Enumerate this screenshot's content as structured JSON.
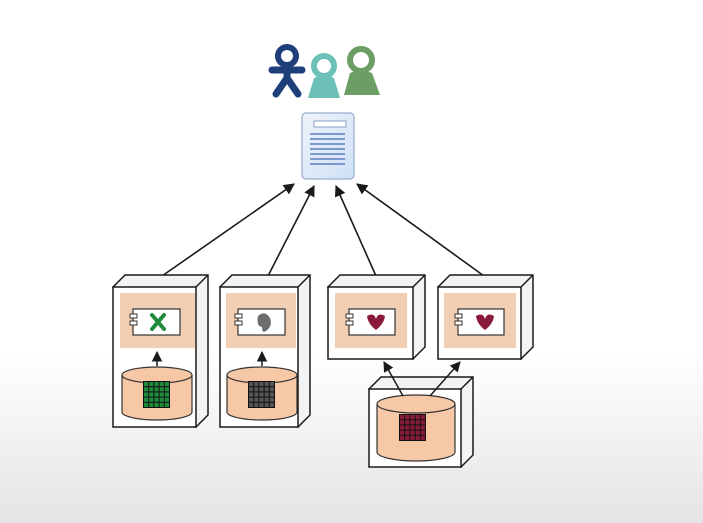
{
  "colors": {
    "bg_top": "#ffffff",
    "bg_bottom": "#e4e4e4",
    "box_stroke": "#1a1a1a",
    "component_fill": "#f2cfb2",
    "component_stroke": "#7a5a45",
    "db_fill": "#f6c8a6",
    "arrow": "#1a1a1a",
    "user_blue": "#1f3f7a",
    "user_teal": "#6cc0b8",
    "user_green": "#6a9e62",
    "doc_fill": "#cfe0f5",
    "doc_lines": "#5a7fc0"
  },
  "users": [
    {
      "icon": "person-icon",
      "color": "#1f3f7a"
    },
    {
      "icon": "user-pin-icon",
      "color": "#6cc0b8"
    },
    {
      "icon": "user-pin-icon",
      "color": "#6a9e62"
    }
  ],
  "document": {
    "icon": "document-icon"
  },
  "services": [
    {
      "id": "service-1",
      "has_own_db": true,
      "glyph": "x-glyph-icon",
      "glyph_color": "#1e8a3c",
      "db_grid_color": "#1e8a3c"
    },
    {
      "id": "service-2",
      "has_own_db": true,
      "glyph": "blob-glyph-icon",
      "glyph_color": "#6e6e6e",
      "db_grid_color": "#555555"
    },
    {
      "id": "service-3",
      "has_own_db": false,
      "glyph": "heart-glyph-icon",
      "glyph_color": "#8a1a3a"
    },
    {
      "id": "service-4",
      "has_own_db": false,
      "glyph": "heart-glyph-icon",
      "glyph_color": "#8a1a3a"
    }
  ],
  "shared_database": {
    "db_grid_color": "#8a1a3a",
    "used_by": [
      "service-3",
      "service-4"
    ]
  }
}
